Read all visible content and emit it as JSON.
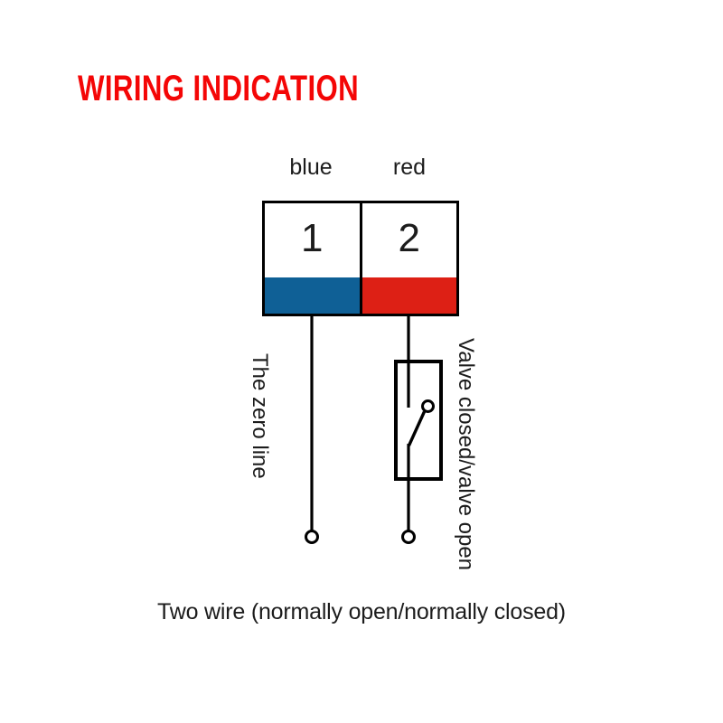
{
  "title": {
    "text": "WIRING INDICATION",
    "color": "#f40606"
  },
  "connector": {
    "terminals": [
      {
        "number": "1",
        "wire_label": "blue",
        "wire_color": "#0f6096"
      },
      {
        "number": "2",
        "wire_label": "red",
        "wire_color": "#dd2015"
      }
    ]
  },
  "annotations": {
    "left_wire": "The zero line",
    "right_wire": "Valve closed/valve open"
  },
  "caption": "Two wire (normally open/normally closed)",
  "icons": {
    "switch": "normally-open-switch-icon",
    "wire_ends": "wire-end-terminal-icon"
  },
  "colors": {
    "line": "#000000",
    "text": "#1c1c1c",
    "background": "#ffffff"
  }
}
